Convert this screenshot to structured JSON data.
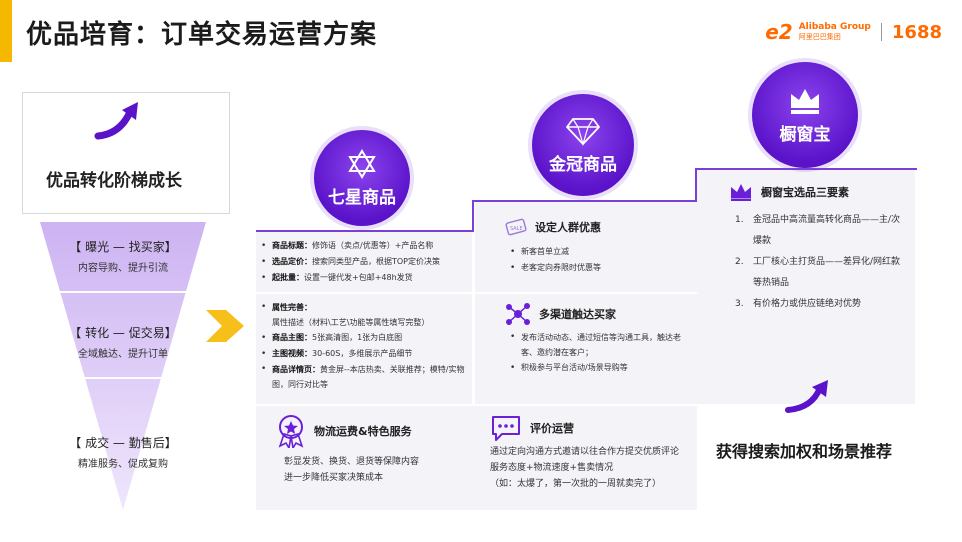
{
  "header": {
    "title": "优品培育：订单交易运营方案",
    "logo_mark": "e2",
    "logo_en": "Alibaba Group",
    "logo_cn": "阿里巴巴集团",
    "logo_1688": "1688"
  },
  "growth": {
    "label": "优品转化阶梯成长"
  },
  "funnel": [
    {
      "title": "【 曝光 — 找买家】",
      "sub": "内容导购、提升引流"
    },
    {
      "title": "【 转化 — 促交易】",
      "sub": "全域触达、提升订单"
    },
    {
      "title": "【 成交 — 勤售后】",
      "sub": "精准服务、促成复购"
    }
  ],
  "badges": {
    "qixing": "七星商品",
    "jinguan": "金冠商品",
    "chuchuang": "橱窗宝"
  },
  "col1_top": [
    {
      "label": "商品标题：",
      "text": "修饰语（卖点/优惠等）+产品名称"
    },
    {
      "label": "选品定价：",
      "text": "搜索同类型产品，根据TOP定价决策"
    },
    {
      "label": "起批量：",
      "text": "设置一键代发+包邮+48h发货"
    }
  ],
  "col1_mid": [
    {
      "label": "属性完善：",
      "text": "属性描述（材料\\工艺\\功能等属性填写完整）"
    },
    {
      "label": "商品主图：",
      "text": "5张高清图，1张为白底图"
    },
    {
      "label": "主图视频：",
      "text": "30-60S，多维展示产品细节"
    },
    {
      "label": "商品详情页：",
      "text": "黄金屏--本店热卖、关联推荐；模特/实物图，同行对比等"
    }
  ],
  "col2_top": {
    "title": "设定人群优惠",
    "items": [
      "新客首单立减",
      "老客定向券限时优惠等"
    ]
  },
  "col2_mid": {
    "title": "多渠道触达买家",
    "items": [
      "发布活动动态、通过短信等沟通工具，触达老客、邀约潜在客户；",
      "积极参与平台活动/场景导购等"
    ]
  },
  "col3": {
    "title": "橱窗宝选品三要素",
    "items": [
      {
        "n": "1.",
        "text": "金冠品中高流量高转化商品——主/次爆款"
      },
      {
        "n": "2.",
        "text": "工厂核心主打货品——差异化/网红款等热销品"
      },
      {
        "n": "3.",
        "text": "有价格力或供应链绝对优势"
      }
    ]
  },
  "logistics": {
    "title": "物流运费&特色服务",
    "lines": [
      "彰显发货、换货、退货等保障内容",
      "进一步降低买家决策成本"
    ]
  },
  "review": {
    "title": "评价运营",
    "lines": [
      "通过定向沟通方式邀请以往合作方提交优质评论",
      "服务态度+物流速度+售卖情况",
      "（如：太爆了，第一次批的一周就卖完了）"
    ]
  },
  "result": {
    "text": "获得搜索加权和场景推荐"
  },
  "colors": {
    "purple": "#6a1fd8",
    "accent_yellow": "#f5b800",
    "brand_orange": "#ff6a00"
  },
  "icons": [
    "up-arrow-icon",
    "star-of-david-icon",
    "diamond-icon",
    "crown-icon",
    "coupon-icon",
    "network-icon",
    "medal-icon",
    "chat-icon",
    "right-arrow-icon"
  ]
}
